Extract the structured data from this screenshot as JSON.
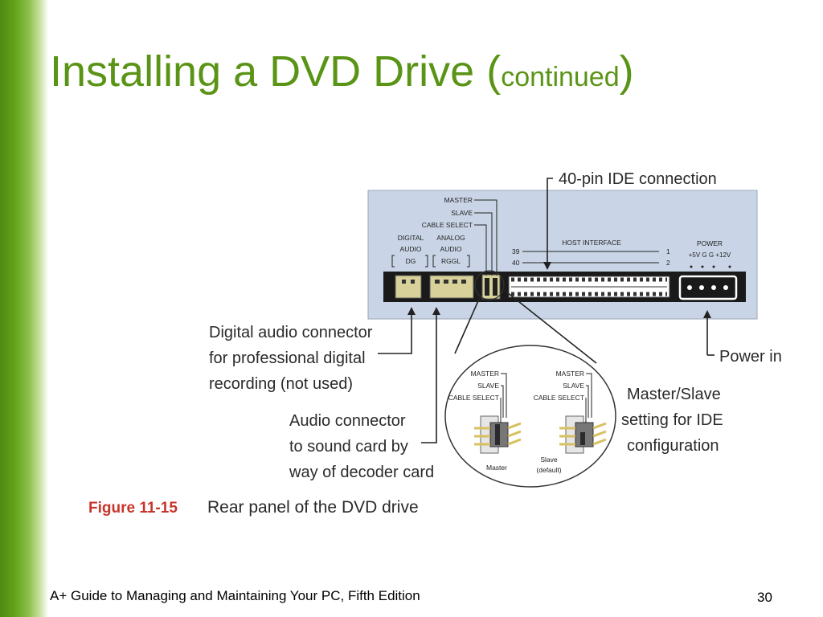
{
  "slide": {
    "title_main": "Installing a DVD Drive (",
    "title_continued": "continued",
    "title_close": ")",
    "footer": "A+ Guide to Managing and Maintaining Your PC, Fifth Edition",
    "page_number": "30"
  },
  "figure": {
    "caption_number": "Figure 11-15",
    "caption_text": "Rear panel of the DVD drive",
    "labels": {
      "ide_connection": "40-pin IDE connection",
      "digital_audio_connector": [
        "Digital audio connector",
        "for professional digital",
        "recording (not used)"
      ],
      "audio_connector": [
        "Audio connector",
        "to sound card by",
        "way of decoder card"
      ],
      "power_in": "Power in",
      "master_slave_setting": [
        "Master/Slave",
        "setting for IDE",
        "configuration"
      ]
    },
    "panel": {
      "master": "MASTER",
      "slave": "SLAVE",
      "cable_select": "CABLE SELECT",
      "digital_audio": [
        "DIGITAL",
        "AUDIO"
      ],
      "analog_audio": [
        "ANALOG",
        "AUDIO"
      ],
      "dg_pins": "DG",
      "rggl_pins": "RGGL",
      "host_interface": "HOST INTERFACE",
      "pin_39": "39",
      "pin_40": "40",
      "pin_1": "1",
      "pin_2": "2",
      "power": "POWER",
      "power_pins": "+5V  G  G  +12V"
    },
    "inset": {
      "master": "MASTER",
      "slave": "SLAVE",
      "cable_select": "CABLE SELECT",
      "master_caption": "Master",
      "slave_caption": [
        "Slave",
        "(default)"
      ]
    },
    "colors": {
      "title_green": "#5a9416",
      "caption_red": "#c8352a",
      "panel_fill": "#c9d5e6",
      "connector_fill": "#d8d29a"
    }
  }
}
